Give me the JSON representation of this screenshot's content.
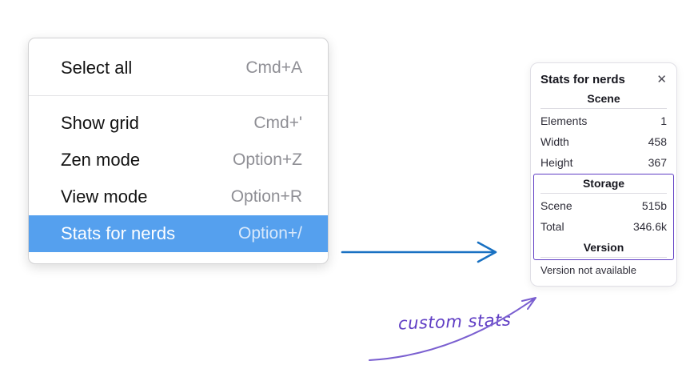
{
  "context_menu": {
    "items": [
      {
        "label": "Select all",
        "shortcut": "Cmd+A"
      },
      {
        "label": "Show grid",
        "shortcut": "Cmd+'"
      },
      {
        "label": "Zen mode",
        "shortcut": "Option+Z"
      },
      {
        "label": "View mode",
        "shortcut": "Option+R"
      },
      {
        "label": "Stats for nerds",
        "shortcut": "Option+/"
      }
    ],
    "selected_item": "Stats for nerds"
  },
  "stats_panel": {
    "title": "Stats for nerds",
    "close_icon": "✕",
    "scene": {
      "heading": "Scene",
      "rows": [
        {
          "label": "Elements",
          "value": "1"
        },
        {
          "label": "Width",
          "value": "458"
        },
        {
          "label": "Height",
          "value": "367"
        }
      ]
    },
    "storage": {
      "heading": "Storage",
      "rows": [
        {
          "label": "Scene",
          "value": "515b"
        },
        {
          "label": "Total",
          "value": "346.6k"
        }
      ]
    },
    "version": {
      "heading": "Version",
      "note": "Version not available"
    }
  },
  "annotation": {
    "text": "custom stats"
  },
  "colors": {
    "menu_highlight": "#55a0ee",
    "flow_arrow_blue": "#1971c2",
    "annotation_purple": "#5f3dc4"
  }
}
